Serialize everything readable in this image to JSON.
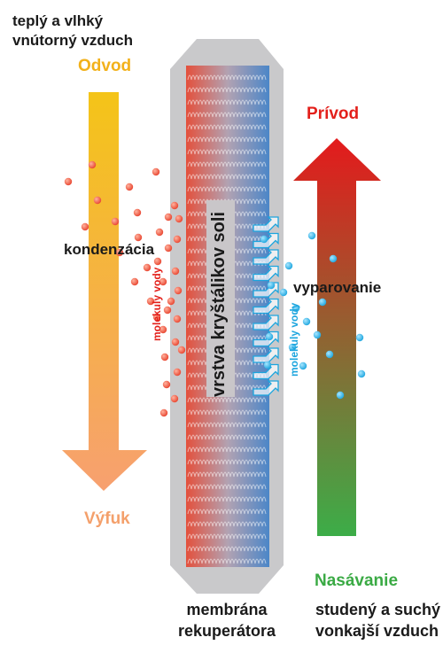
{
  "labels": {
    "warm_humid_line1": "teplý a vlhký",
    "warm_humid_line2": "vnútorný vzduch",
    "extract": "Odvod",
    "exhaust": "Výfuk",
    "condensation": "kondenzácia",
    "water_molecules": "molekuly vody",
    "salt_layer": "vrstva kryštálikov soli",
    "supply": "Prívod",
    "evaporation": "vyparovanie",
    "intake": "Nasávanie",
    "cold_dry_line1": "studený a suchý",
    "cold_dry_line2": "vonkajší vzduch",
    "membrane_line1": "membrána",
    "membrane_line2": "rekuperátora"
  },
  "colors": {
    "extract_title": "#f2b11b",
    "exhaust_title": "#f4a06b",
    "supply_title": "#e3201b",
    "intake_title": "#3aaa44",
    "warm_arrow_top": "#f4c418",
    "warm_arrow_bottom": "#f7a070",
    "cold_arrow_top": "#e41a1c",
    "cold_arrow_bottom": "#3cad48",
    "warm_molecule": "#e8432e",
    "cold_molecule": "#1ca5de",
    "membrane_frame": "#c9c9cb",
    "membrane_red": "#e4503c",
    "membrane_blue": "#4b86c8",
    "molecule_label_red": "#e3201b",
    "molecule_label_blue": "#1ca5de"
  }
}
